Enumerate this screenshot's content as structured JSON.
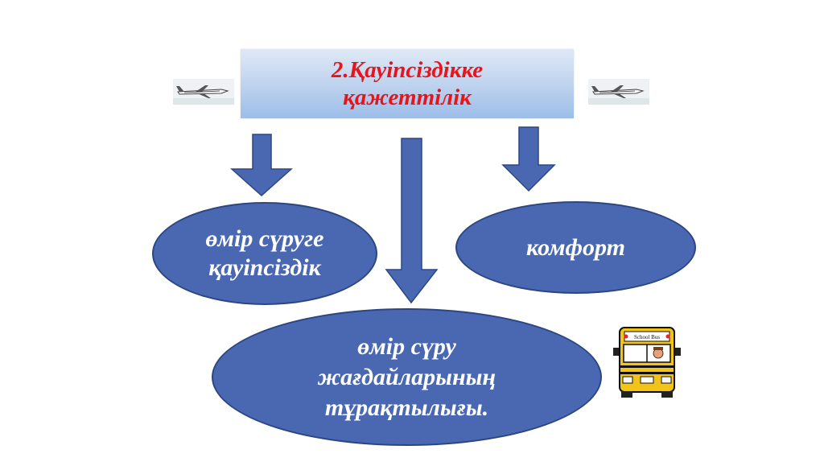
{
  "title": {
    "line1": "2.Қауіпсіздікке",
    "line2": "қажеттілік"
  },
  "nodes": {
    "left": {
      "line1": "өмір сүруге",
      "line2": "қауіпсіздік"
    },
    "right": {
      "label": "комфорт"
    },
    "bottom": {
      "line1": "өмір сүру",
      "line2": "жағдайларының",
      "line3": "тұрақтылығы."
    }
  },
  "bus_sign": "School Bus",
  "colors": {
    "ellipse_fill": "#4a68b2",
    "arrow_fill": "#4a68b2",
    "title_text": "#e8141c",
    "title_box": "#b8d0ee"
  }
}
